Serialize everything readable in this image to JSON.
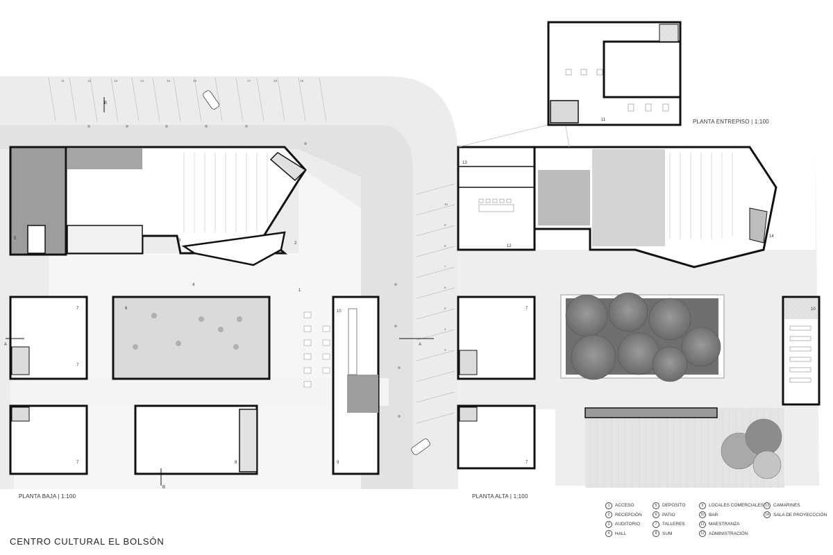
{
  "title": "CENTRO CULTURAL EL BOLSÓN",
  "plans": {
    "ground": "PLANTA BAJA | 1:100",
    "upper": "PLANTA ALTA | 1:100",
    "mezzanine": "PLANTA ENTREPISO | 1:100"
  },
  "section_marks": {
    "a": "A",
    "b": "B"
  },
  "legend": [
    {
      "num": "1",
      "label": "ACCESO"
    },
    {
      "num": "2",
      "label": "RECEPCIÓN"
    },
    {
      "num": "3",
      "label": "AUDITORIO"
    },
    {
      "num": "4",
      "label": "HALL"
    },
    {
      "num": "5",
      "label": "DEPÓSITO"
    },
    {
      "num": "6",
      "label": "PATIO"
    },
    {
      "num": "7",
      "label": "TALLERES"
    },
    {
      "num": "8",
      "label": "SUM"
    },
    {
      "num": "9",
      "label": "LOCALES COMERCIALES"
    },
    {
      "num": "10",
      "label": "BAR"
    },
    {
      "num": "11",
      "label": "MAESTRANZA"
    },
    {
      "num": "12",
      "label": "ADMINISTRACIÓN"
    },
    {
      "num": "13",
      "label": "CAMARINES"
    },
    {
      "num": "14",
      "label": "SALA DE PROYECCCIÓN"
    }
  ],
  "room_numbers": {
    "ground": [
      "1",
      "2",
      "3",
      "4",
      "5",
      "6",
      "7",
      "7",
      "7",
      "8",
      "9",
      "10"
    ],
    "upper": [
      "7",
      "7",
      "10",
      "12",
      "13",
      "14"
    ],
    "mezzanine": [
      "11"
    ]
  },
  "parking_numbers": [
    "11",
    "12",
    "13",
    "14",
    "15",
    "16",
    "17",
    "18",
    "19",
    "10",
    "9",
    "8",
    "7",
    "6",
    "5",
    "4",
    "3"
  ]
}
